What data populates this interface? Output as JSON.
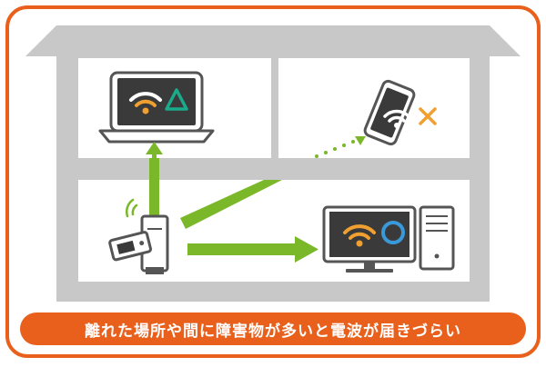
{
  "caption": "離れた場所や間に障害物が多いと電波が届きづらい",
  "colors": {
    "border": "#e8601c",
    "house": "#c8c8c8",
    "signal_arrow": "#7ab829",
    "wifi_orange": "#f0a030",
    "wifi_white": "#ffffff",
    "triangle_accent": "#1aab8a",
    "cross_accent": "#f0a030",
    "tv_ring": "#3a9ad9",
    "device_dark": "#3a3a3a",
    "device_mid": "#6a6a6a",
    "device_light": "#f2f2f2",
    "caption_bg": "#e8601c",
    "caption_text": "#ffffff"
  },
  "icons": {
    "laptop": "laptop-icon",
    "phone": "smartphone-icon",
    "desktop": "desktop-pc-icon",
    "router": "wifi-router-icon",
    "mobile_router": "mobile-router-icon",
    "weak_signal": "triangle-icon",
    "no_signal": "cross-icon",
    "good_signal": "circle-icon"
  },
  "rooms": [
    {
      "name": "upstairs-left",
      "device": "laptop",
      "signal_status": "weak"
    },
    {
      "name": "upstairs-right",
      "device": "smartphone",
      "signal_status": "none"
    },
    {
      "name": "downstairs",
      "device": "desktop-pc",
      "signal_status": "good"
    }
  ]
}
